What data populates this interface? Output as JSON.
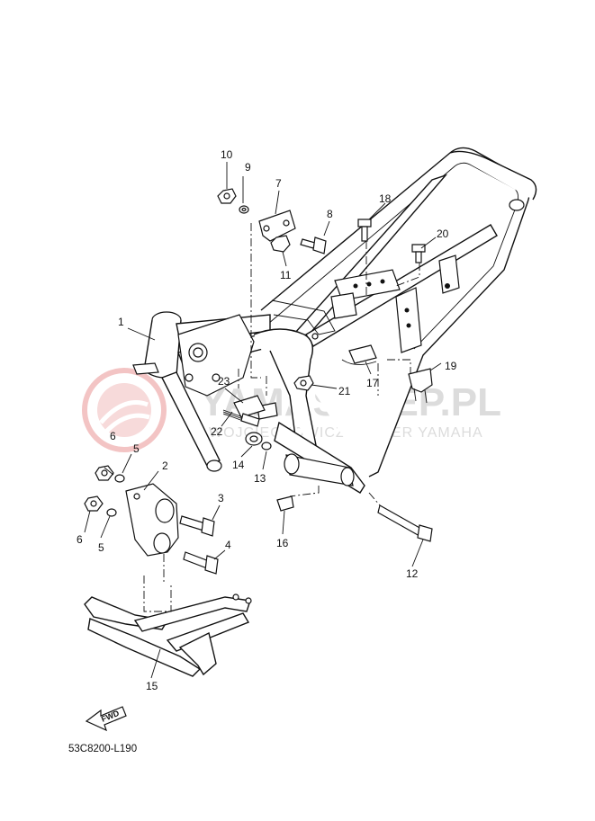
{
  "diagram_code": "53C8200-L190",
  "fwd_label": "FWD",
  "watermark": {
    "title": "YAMASKLEP.PL",
    "subtitle": "WOJCIECHOWICZ DEALER YAMAHA"
  },
  "callouts": [
    {
      "num": "1"
    },
    {
      "num": "2"
    },
    {
      "num": "3"
    },
    {
      "num": "4"
    },
    {
      "num": "5"
    },
    {
      "num": "5"
    },
    {
      "num": "6"
    },
    {
      "num": "6"
    },
    {
      "num": "7"
    },
    {
      "num": "8"
    },
    {
      "num": "9"
    },
    {
      "num": "10"
    },
    {
      "num": "11"
    },
    {
      "num": "12"
    },
    {
      "num": "13"
    },
    {
      "num": "14"
    },
    {
      "num": "15"
    },
    {
      "num": "16"
    },
    {
      "num": "17"
    },
    {
      "num": "18"
    },
    {
      "num": "19"
    },
    {
      "num": "20"
    },
    {
      "num": "21"
    },
    {
      "num": "22"
    },
    {
      "num": "23"
    }
  ]
}
